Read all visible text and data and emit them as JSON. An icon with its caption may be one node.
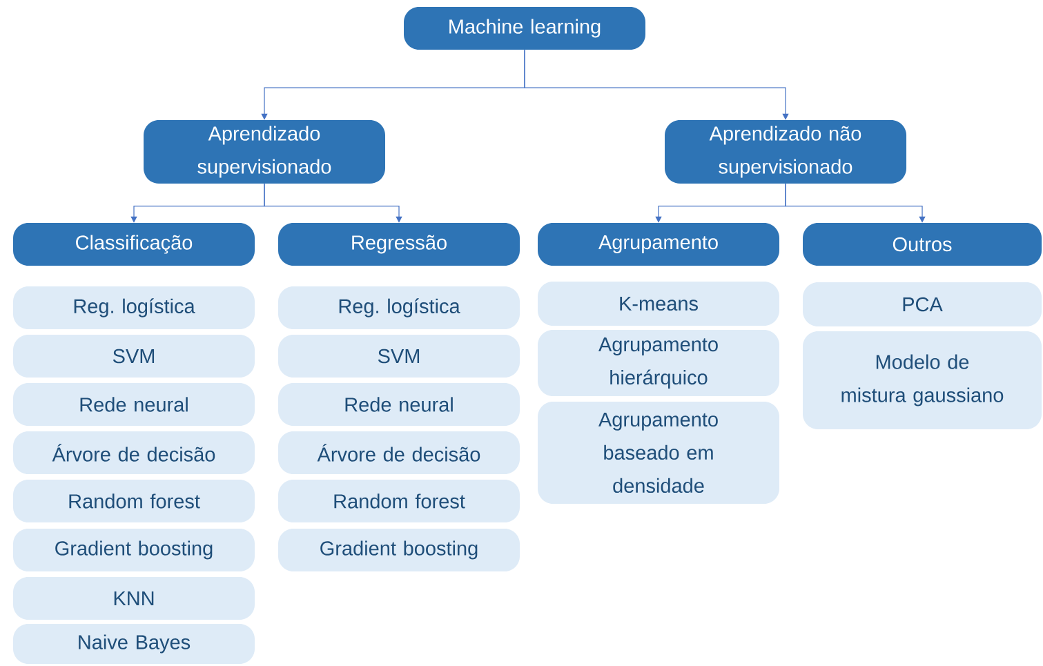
{
  "diagram": {
    "nodes": [
      {
        "text": [
          "Machine learning"
        ]
      },
      {
        "text": [
          "Aprendizado supervisionado"
        ]
      },
      {
        "text": [
          "Aprendizado não supervisionado"
        ]
      },
      {
        "text": [
          "Classificação"
        ]
      },
      {
        "text": [
          "Regressão"
        ]
      },
      {
        "text": [
          "Agrupamento"
        ]
      },
      {
        "text": [
          "Outros"
        ]
      },
      {
        "text": [
          "Reg. logística"
        ]
      },
      {
        "text": [
          "SVM"
        ]
      },
      {
        "text": [
          "Rede neural"
        ]
      },
      {
        "text": [
          "Árvore de decisão"
        ]
      },
      {
        "text": [
          "Random forest"
        ]
      },
      {
        "text": [
          "Gradient boosting"
        ]
      },
      {
        "text": [
          "KNN"
        ]
      },
      {
        "text": [
          "Naive Bayes"
        ]
      },
      {
        "text": [
          "Reg. logística"
        ]
      },
      {
        "text": [
          "SVM"
        ]
      },
      {
        "text": [
          "Rede neural"
        ]
      },
      {
        "text": [
          "Árvore de decisão"
        ]
      },
      {
        "text": [
          "Random forest"
        ]
      },
      {
        "text": [
          "Gradient boosting"
        ]
      },
      {
        "text": [
          "K-means"
        ]
      },
      {
        "text": [
          "Agrupamento hierárquico"
        ]
      },
      {
        "text": [
          "Agrupamento baseado em densidade"
        ]
      },
      {
        "text": [
          "PCA"
        ]
      },
      {
        "text": [
          "Modelo de mistura gaussiano"
        ]
      }
    ],
    "edges": [
      {
        "from": 0,
        "to": 1,
        "arrow": "to"
      },
      {
        "from": 0,
        "to": 2,
        "arrow": "to"
      },
      {
        "from": 1,
        "to": 3,
        "arrow": "to"
      },
      {
        "from": 1,
        "to": 4,
        "arrow": "to"
      },
      {
        "from": 2,
        "to": 5,
        "arrow": "to"
      },
      {
        "from": 2,
        "to": 6,
        "arrow": "to"
      }
    ]
  }
}
